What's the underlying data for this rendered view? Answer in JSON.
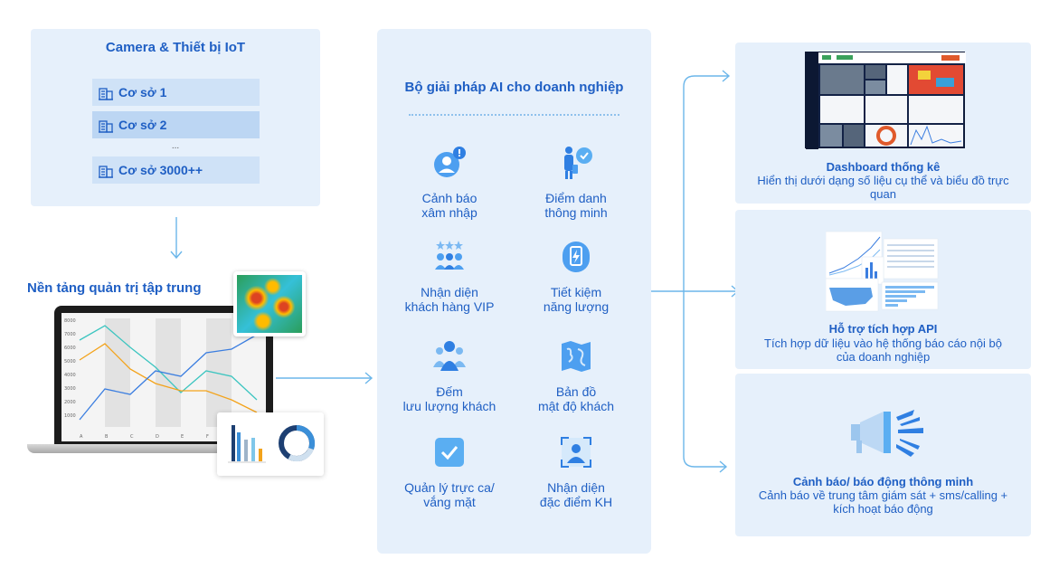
{
  "camera_panel": {
    "title": "Camera & Thiết bị IoT",
    "sites": [
      "Cơ sở 1",
      "Cơ sở 2",
      "Cơ sở 3000++"
    ],
    "ellipsis": "..."
  },
  "platform": {
    "title": "Nền tảng quản trị tập trung",
    "chart_y_ticks": [
      "8000",
      "7000",
      "6000",
      "5000",
      "4000",
      "3000",
      "2000",
      "1000"
    ],
    "chart_x_ticks": [
      "A",
      "B",
      "C",
      "D",
      "E",
      "F"
    ]
  },
  "ai_suite": {
    "title": "Bộ giải pháp AI cho doanh nghiệp",
    "features": [
      {
        "label": "Cảnh báo\nxâm nhập",
        "icon": "intrusion-alert-icon"
      },
      {
        "label": "Điểm danh\nthông minh",
        "icon": "smart-attendance-icon"
      },
      {
        "label": "Nhận diện\nkhách hàng VIP",
        "icon": "vip-recognition-icon"
      },
      {
        "label": "Tiết kiệm\nnăng lượng",
        "icon": "energy-saving-icon"
      },
      {
        "label": "Đếm\nlưu lượng khách",
        "icon": "visitor-count-icon"
      },
      {
        "label": "Bản đồ\nmật độ khách",
        "icon": "density-map-icon"
      },
      {
        "label": "Quản lý trực ca/\nvắng mặt",
        "icon": "shift-management-icon"
      },
      {
        "label": "Nhận diện\nđặc điểm KH",
        "icon": "customer-attributes-icon"
      }
    ]
  },
  "outputs": {
    "dashboard": {
      "title": "Dashboard thống kê",
      "desc": "Hiển thị dưới dạng số liệu cụ thể và biểu đồ trực quan"
    },
    "api": {
      "title": "Hỗ trợ tích hợp API",
      "desc": "Tích hợp dữ liệu vào hệ thống báo cáo nội bộ của doanh nghiệp"
    },
    "alarm": {
      "title": "Cảnh báo/ báo động thông minh",
      "desc": "Cảnh báo về trung tâm giám sát + sms/calling + kích hoạt báo động"
    }
  },
  "colors": {
    "primary": "#1f5fc4",
    "panel": "#e6f0fb",
    "arrow": "#5aaee8"
  }
}
